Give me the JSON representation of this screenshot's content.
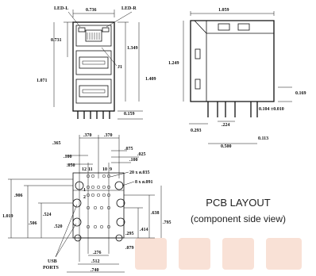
{
  "title": {
    "line1": "PCB LAYOUT",
    "line2": "(component side view)"
  },
  "front_view": {
    "led_left": "LED-L",
    "led_right": "LED-R",
    "j1": "J1",
    "width": "0.736",
    "d_0731": "0.731",
    "d_1071": "1.071",
    "d_1349": "1.349",
    "d_1409": "1.409",
    "d_0159": "0.159"
  },
  "side_view": {
    "width": "1.059",
    "height": "1.249",
    "d_0169": "0.169",
    "d_0104": "0.104 ±0.010",
    "d_0293": "0.293",
    "d_224": ".224",
    "d_0113": "0.113",
    "d_0500": "0.500"
  },
  "pcb_layout": {
    "d_365": ".365",
    "d_370a": ".370",
    "d_370b": ".370",
    "d_075": ".075",
    "d_025": ".025",
    "d_100a": ".100",
    "d_100b": ".100",
    "d_050": ".050",
    "pin_12": "12",
    "pin_11": "11",
    "pin_10": "10",
    "pin_9": "9",
    "pin_1": "1",
    "pin_2": "2",
    "holes_20": "20 x ø.035",
    "holes_8": "8 x ø.091",
    "d_906": ".906",
    "d_1019": "1.019",
    "d_524": ".524",
    "d_520": ".520",
    "d_506": ".506",
    "d_638": ".638",
    "d_795": ".795",
    "d_414": ".414",
    "d_295": ".295",
    "d_079": ".079",
    "d_276": ".276",
    "d_512": ".512",
    "d_740": ".740",
    "usb_ports_1": "USB",
    "usb_ports_2": "PORTS"
  }
}
